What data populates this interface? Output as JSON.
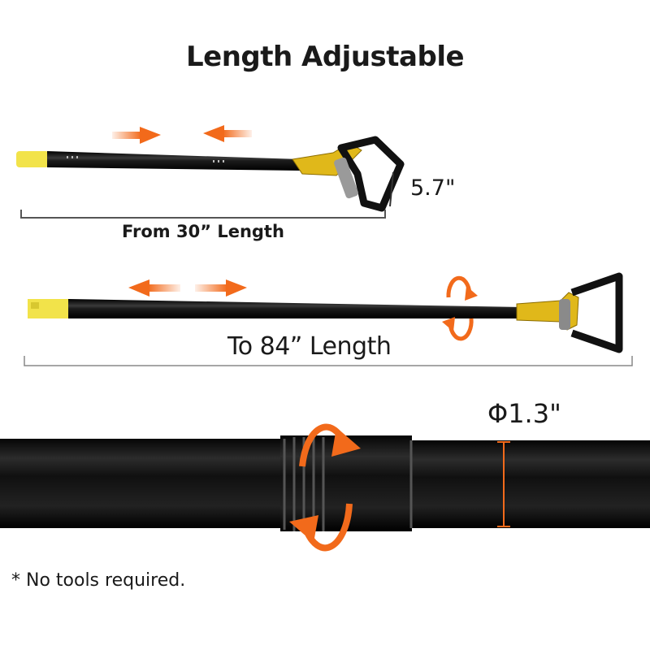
{
  "title": "Length Adjustable",
  "labels": {
    "min_length": "From 30” Length",
    "max_length": "To 84” Length",
    "head_width": "5.7\"",
    "diameter": "Φ1.3\""
  },
  "note": "* No tools required.",
  "colors": {
    "accent": "#f26a1b",
    "grip": "#f2e34a",
    "pole": "#151515",
    "bracket": "#e0b81a"
  },
  "icons": [
    "arrow-right-icon",
    "arrow-left-icon",
    "rotate-icon"
  ]
}
